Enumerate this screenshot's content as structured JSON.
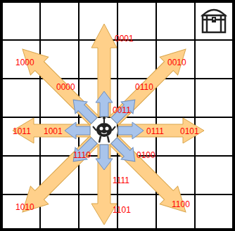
{
  "diagram": {
    "labels": [
      "1000",
      "0001",
      "0010",
      "0000",
      "0011",
      "0110",
      "1011",
      "1001",
      "0111",
      "0101",
      "1110",
      "1111",
      "0100",
      "1010",
      "1101",
      "1100"
    ]
  }
}
